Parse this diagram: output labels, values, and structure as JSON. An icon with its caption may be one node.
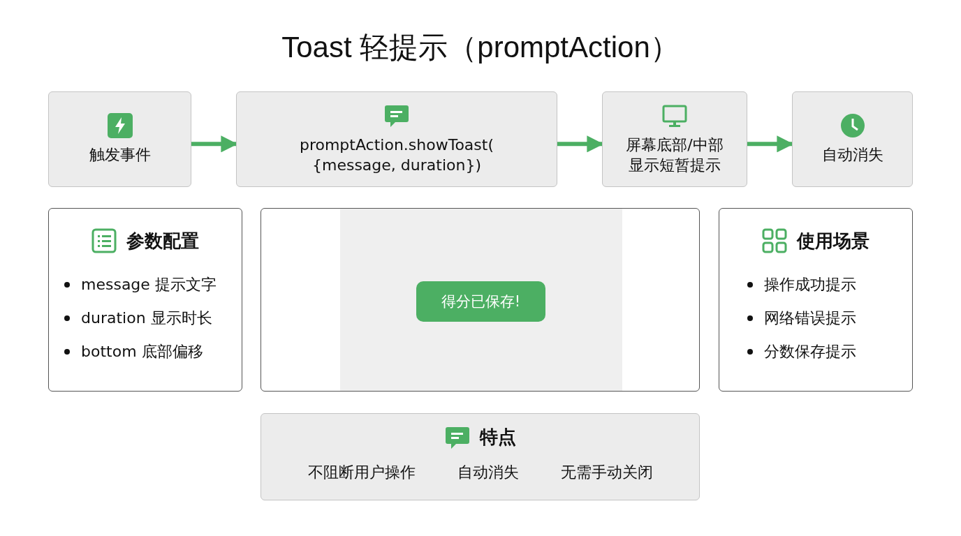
{
  "diagram": {
    "title": "Toast 轻提示（promptAction）",
    "nodes": [
      {
        "text": [
          "触发事件"
        ]
      },
      {
        "text": [
          "promptAction.showToast( {message, duration})"
        ]
      },
      {
        "text": [
          "屏幕底部/中部显示短暂提示"
        ]
      },
      {
        "text": [
          "自动消失"
        ]
      },
      {
        "text": [
          "参数配置",
          "message 提示文字",
          "duration 显示时长",
          "bottom 底部偏移"
        ]
      },
      {
        "text": [],
        "shape": "box"
      },
      {
        "text": [
          "得分已保存!"
        ],
        "in": 5
      },
      {
        "text": [
          "使用场景",
          "操作成功提示",
          "网络错误提示",
          "分数保存提示"
        ]
      },
      {
        "text": [
          "特点",
          "不阻断用户操作",
          "自动消失",
          "无需手动关闭"
        ]
      }
    ],
    "edges": [
      {
        "from": 0,
        "to": 1,
        "arrow": "to"
      },
      {
        "from": 1,
        "to": 2,
        "arrow": "to"
      },
      {
        "from": 2,
        "to": 3,
        "arrow": "to"
      }
    ]
  }
}
